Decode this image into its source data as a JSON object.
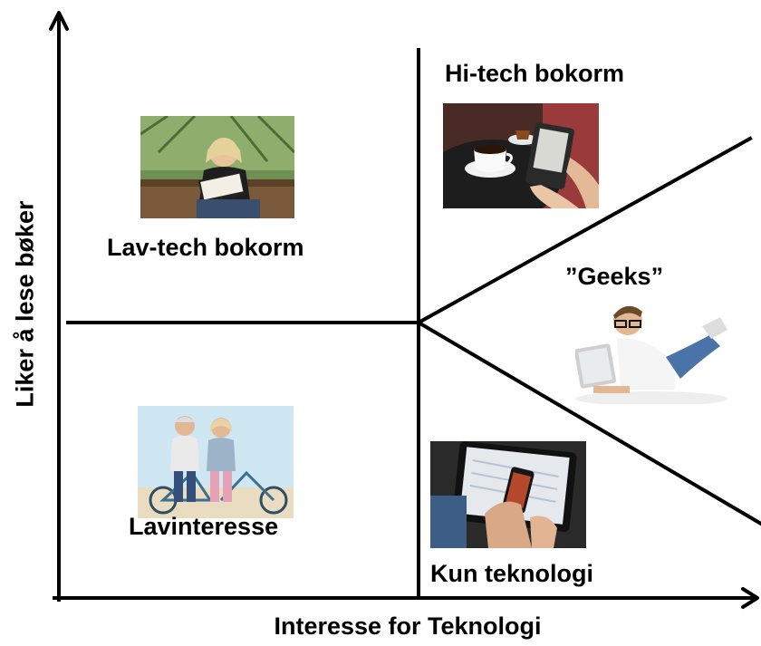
{
  "axes": {
    "x_label": "Interesse for Teknologi",
    "y_label": "Liker å lese bøker"
  },
  "segments": {
    "top_left": "Lav-tech bokorm",
    "top_right": "Hi-tech bokorm",
    "middle_right": "”Geeks”",
    "bottom_left": "Lavinteresse",
    "bottom_right": "Kun teknologi"
  },
  "colors": {
    "line": "#000000",
    "background": "#ffffff"
  }
}
